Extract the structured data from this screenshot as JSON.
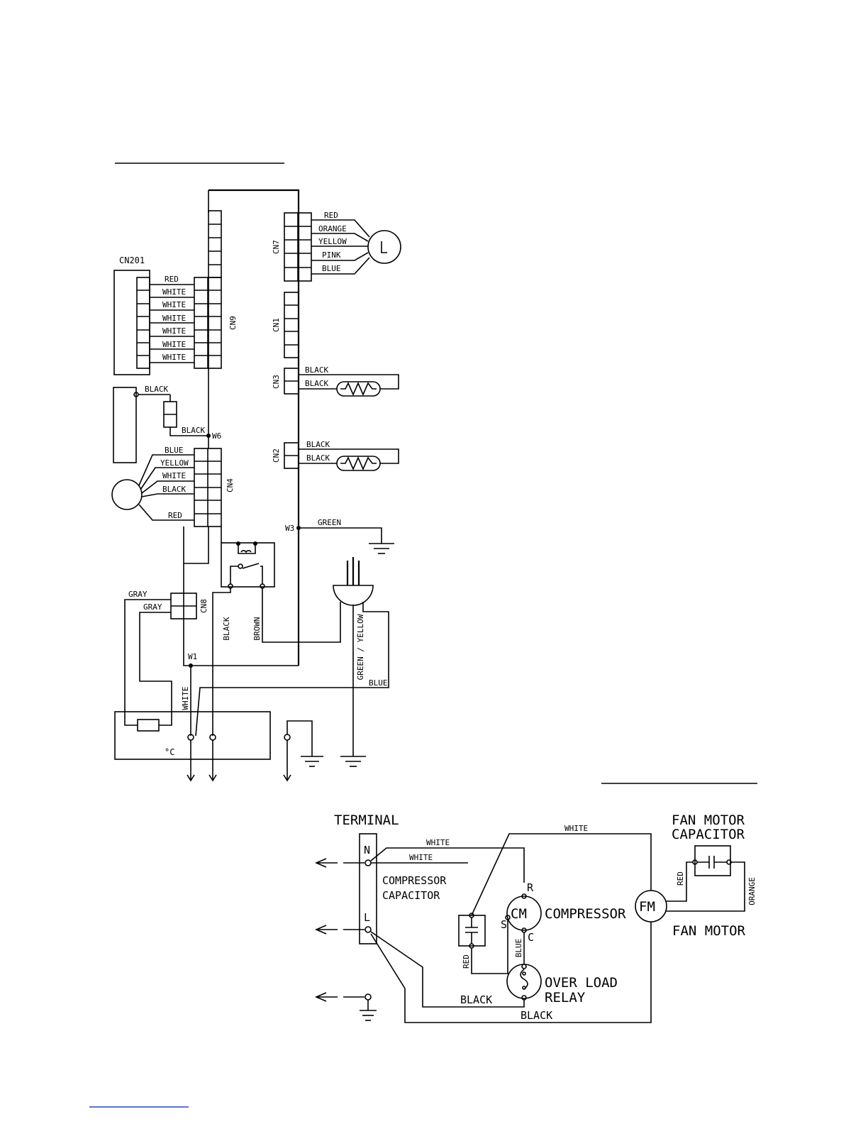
{
  "colors": {
    "line": "#000000",
    "background": "#ffffff",
    "footer_rule": "#2244cc"
  },
  "cn201": {
    "name": "CN201",
    "wires": [
      "RED",
      "WHITE",
      "WHITE",
      "WHITE",
      "WHITE",
      "WHITE",
      "WHITE"
    ]
  },
  "cn9": {
    "name": "CN9"
  },
  "cn7": {
    "name": "CN7",
    "wires": [
      "RED",
      "ORANGE",
      "YELLOW",
      "PINK",
      "BLUE"
    ]
  },
  "cn1": {
    "name": "CN1"
  },
  "cn3": {
    "name": "CN3",
    "wires": [
      "BLACK",
      "BLACK"
    ]
  },
  "cn2": {
    "name": "CN2",
    "wires": [
      "BLACK",
      "BLACK"
    ]
  },
  "cn4": {
    "name": "CN4",
    "wires": [
      "BLUE",
      "YELLOW",
      "WHITE",
      "BLACK",
      "RED"
    ]
  },
  "cn8": {
    "name": "CN8",
    "wires": [
      "GRAY",
      "GRAY"
    ]
  },
  "aux": {
    "top": "BLACK",
    "bottom": "BLACK"
  },
  "junctions": {
    "w6": "W6",
    "w3": "W3",
    "w1": "W1"
  },
  "ground_wire": "GREEN",
  "vertical_wires": {
    "black": "BLACK",
    "brown": "BROWN",
    "green_yellow": "GREEN / YELLOW",
    "white": "WHITE",
    "blue": "BLUE"
  },
  "thermostat_symbol": "°C",
  "lower": {
    "terminal": "TERMINAL",
    "terminal_n": "N",
    "terminal_l": "L",
    "white_top": "WHITE",
    "white_mid": "WHITE",
    "white_low": "WHITE",
    "compressor_capacitor_1": "COMPRESSOR",
    "compressor_capacitor_2": "CAPACITOR",
    "cm": "CM",
    "r": "R",
    "s": "S",
    "c": "C",
    "compressor": "COMPRESSOR",
    "fm": "FM",
    "fan_motor": "FAN MOTOR",
    "fan_motor_capacitor_1": "FAN MOTOR",
    "fan_motor_capacitor_2": "CAPACITOR",
    "red_fan": "RED",
    "orange_fan": "ORANGE",
    "blue_c": "BLUE",
    "red_cap": "RED",
    "overload_1": "OVER LOAD",
    "overload_2": "RELAY",
    "black_1": "BLACK",
    "black_2": "BLACK"
  }
}
